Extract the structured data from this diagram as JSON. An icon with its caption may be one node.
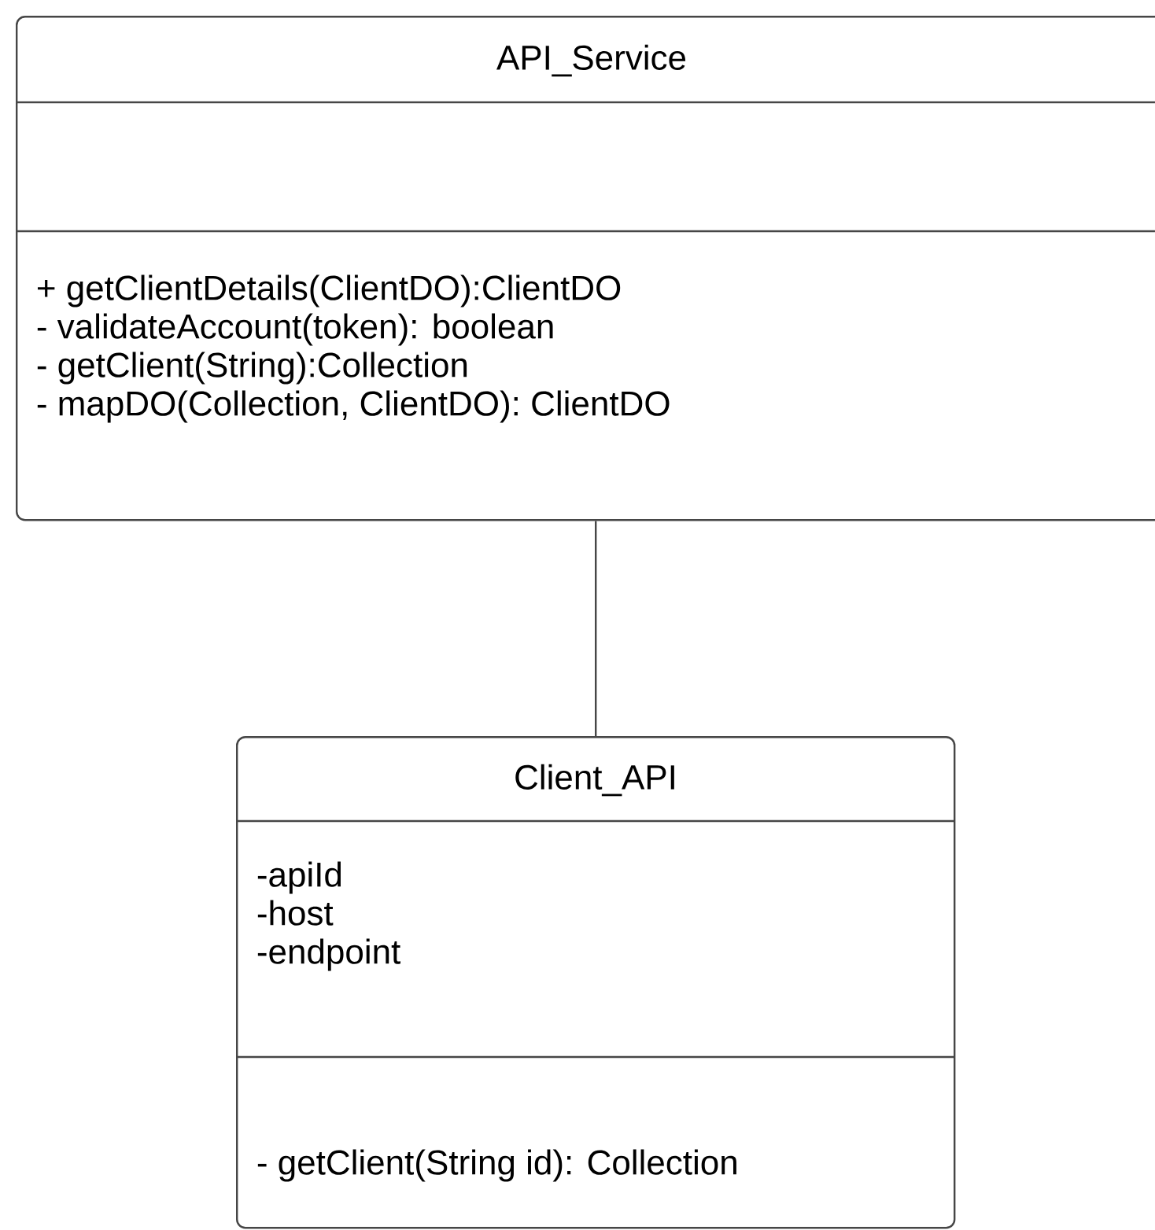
{
  "diagram": {
    "nodes": [
      {
        "text": [
          "API_Service"
        ]
      },
      {
        "text": [],
        "shape": "box",
        "in": 0
      },
      {
        "text": [
          "+ getClientDetails(ClientDO):ClientDO",
          "- validateAccount(token): boolean",
          "- getClient(String):Collection",
          "- mapDO(Collection, ClientDO): ClientDO"
        ],
        "in": 0
      },
      {
        "text": [
          "Client_API"
        ]
      },
      {
        "text": [
          "-apiId",
          "-host",
          "-endpoint"
        ],
        "in": 3
      },
      {
        "text": [
          "- getClient(String id): Collection"
        ],
        "in": 3
      }
    ],
    "edges": [
      {
        "from": 0,
        "to": 3,
        "arrow": "none"
      }
    ]
  }
}
